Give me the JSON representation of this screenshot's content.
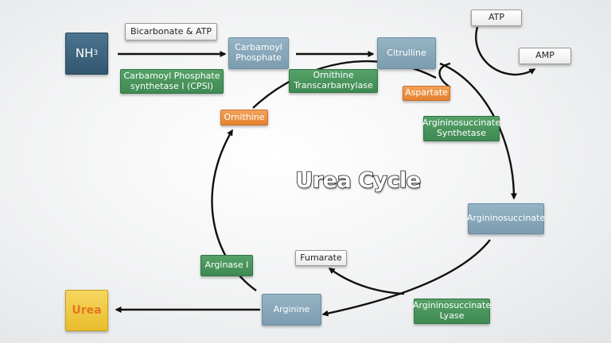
{
  "title": "Urea Cycle",
  "nodes": {
    "nh3": {
      "main": "NH",
      "sub": "3"
    },
    "bicarbonate_atp": "Bicarbonate & ATP",
    "carbamoyl_phosphate": "Carbamoyl Phosphate",
    "citrulline": "Citrulline",
    "atp": "ATP",
    "amp": "AMP",
    "aspartate": "Aspartate",
    "ornithine": "Ornithine",
    "argininosuccinate": "Argininosuccinate",
    "fumarate": "Fumarate",
    "arginine": "Arginine",
    "urea": "Urea"
  },
  "enzymes": {
    "cps1": "Carbamoyl Phosphate synthetase I (CPSI)",
    "otc": "Ornithine Transcarbamylase",
    "ass": "Argininosuccinate Synthetase",
    "asl": "Argininosuccinate Lyase",
    "arginase": "Arginase I"
  },
  "colors": {
    "molecule": "#87a7ba",
    "enzyme": "#4a9660",
    "cofactor": "#ec8f3e",
    "ammonia": "#3f6681",
    "urea": "#efc945",
    "arrow": "#111111"
  }
}
